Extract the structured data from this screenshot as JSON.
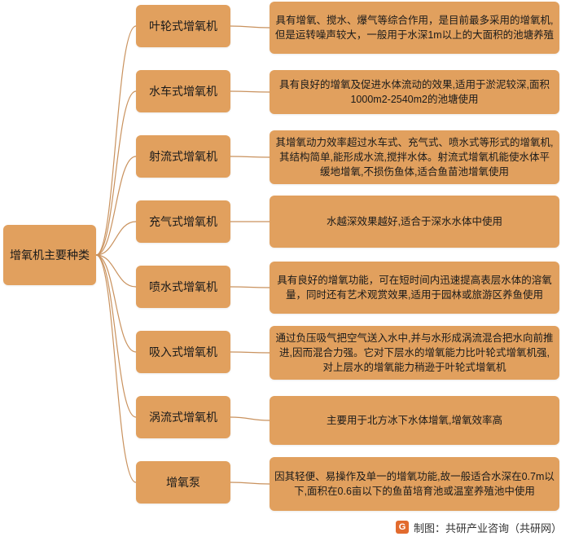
{
  "root": {
    "label": "增氧机主要种类"
  },
  "categories": [
    {
      "name": "叶轮式增氧机",
      "desc": "具有增氧、搅水、爆气等综合作用，是目前最多采用的增氧机,但是运转噪声较大，一般用于水深1m以上的大面积的池塘养殖"
    },
    {
      "name": "水车式增氧机",
      "desc": "具有良好的增氧及促进水体流动的效果,适用于淤泥较深,面积1000m2-2540m2的池塘使用"
    },
    {
      "name": "射流式增氧机",
      "desc": "其增氧动力效率超过水车式、充气式、喷水式等形式的增氧机,其结构简单,能形成水流,搅拌水体。射流式增氧机能使水体平缓地增氧,不损伤鱼体,适合鱼苗池增氧使用"
    },
    {
      "name": "充气式增氧机",
      "desc": "水越深效果越好,适合于深水水体中使用"
    },
    {
      "name": "喷水式增氧机",
      "desc": "具有良好的增氧功能，可在短时间内迅速提高表层水体的溶氧量，同时还有艺术观赏效果,适用于园林或旅游区养鱼使用"
    },
    {
      "name": "吸入式增氧机",
      "desc": "通过负压吸气把空气送入水中,并与水形成涡流混合把水向前推进,因而混合力强。它对下层水的增氧能力比叶轮式增氧机强,对上层水的增氧能力稍逊于叶轮式增氧机"
    },
    {
      "name": "涡流式增氧机",
      "desc": "主要用于北方冰下水体增氧,增氧效率高"
    },
    {
      "name": "增氧泵",
      "desc": "因其轻便、易操作及单一的增氧功能,故一般适合水深在0.7m以下,面积在0.6亩以下的鱼苗培育池或温室养殖池中使用"
    }
  ],
  "footer": {
    "logo_text": "G",
    "credit": "制图：共研产业咨询（共研网）"
  },
  "colors": {
    "box_fill": "#E1A05E",
    "connector": "#C9925E",
    "logo": "#E26B2E"
  }
}
